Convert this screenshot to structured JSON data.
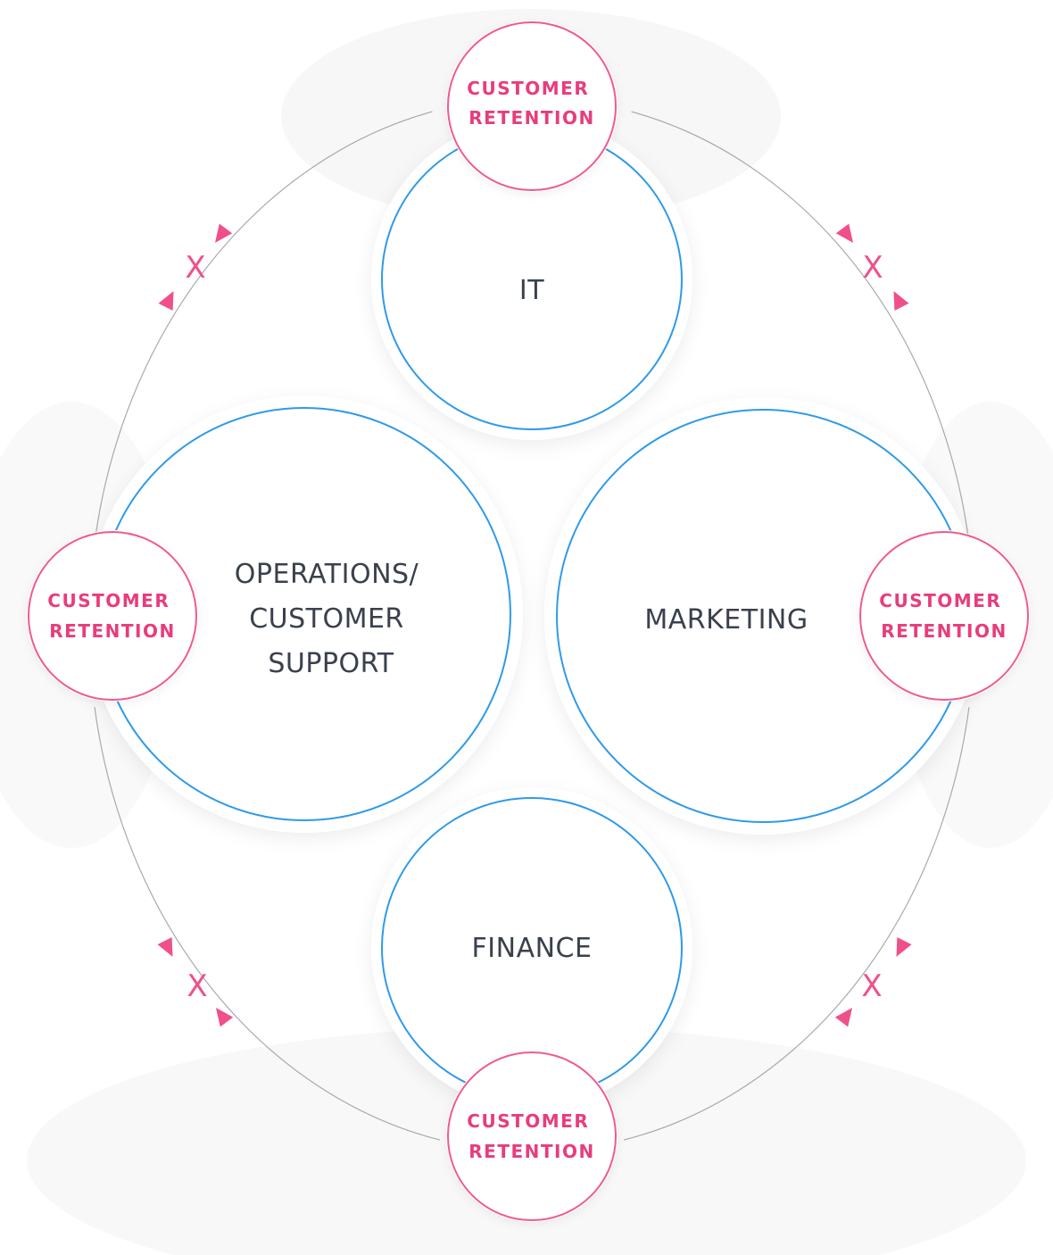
{
  "colors": {
    "department_ring": "#2f9ae8",
    "retention_ring": "#ef5a90",
    "retention_text": "#e83c7d",
    "arrow": "#f0508a",
    "orbit": "#8e8e96",
    "label": "#3a414d"
  },
  "departments": [
    {
      "key": "it",
      "lines": [
        "IT"
      ]
    },
    {
      "key": "operations",
      "lines": [
        "OPERATIONS/",
        "CUSTOMER",
        "SUPPORT"
      ]
    },
    {
      "key": "marketing",
      "lines": [
        "MARKETING"
      ]
    },
    {
      "key": "finance",
      "lines": [
        "FINANCE"
      ]
    }
  ],
  "retention_nodes": [
    {
      "key": "top",
      "lines": [
        "CUSTOMER",
        "RETENTION"
      ]
    },
    {
      "key": "left",
      "lines": [
        "CUSTOMER",
        "RETENTION"
      ]
    },
    {
      "key": "right",
      "lines": [
        "CUSTOMER",
        "RETENTION"
      ]
    },
    {
      "key": "bottom",
      "lines": [
        "CUSTOMER",
        "RETENTION"
      ]
    }
  ],
  "blocked_links": [
    {
      "key": "top-left",
      "mark": "X"
    },
    {
      "key": "top-right",
      "mark": "X"
    },
    {
      "key": "bottom-left",
      "mark": "X"
    },
    {
      "key": "bottom-right",
      "mark": "X"
    }
  ]
}
